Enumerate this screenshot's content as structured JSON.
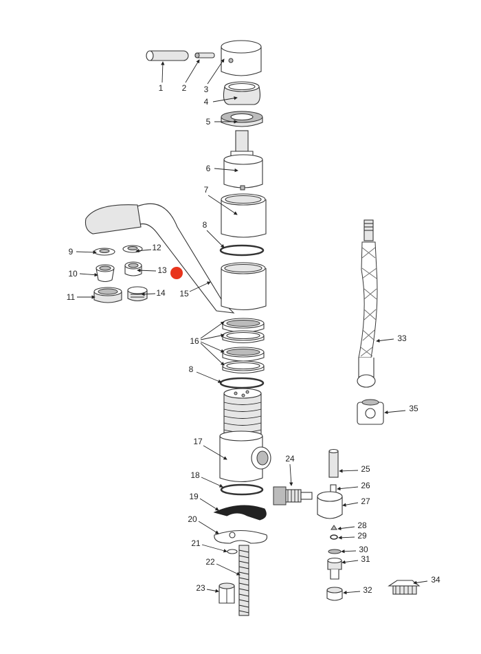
{
  "diagram": {
    "type": "exploded-parts-diagram",
    "highlight_color": "#e8341c",
    "highlighted_part": "13"
  },
  "labels": [
    "1",
    "2",
    "3",
    "4",
    "5",
    "6",
    "7",
    "8",
    "9",
    "10",
    "11",
    "12",
    "13",
    "14",
    "15",
    "16",
    "8",
    "17",
    "18",
    "19",
    "20",
    "21",
    "22",
    "23",
    "24",
    "25",
    "26",
    "27",
    "28",
    "29",
    "30",
    "31",
    "32",
    "33",
    "34",
    "35"
  ]
}
